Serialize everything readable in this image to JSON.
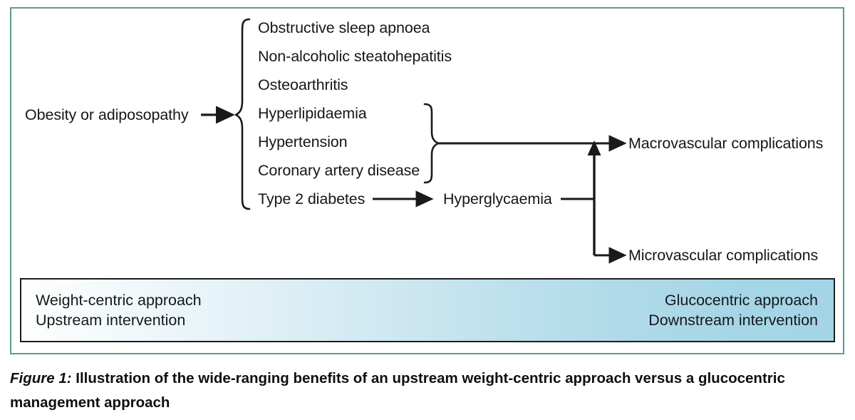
{
  "figure": {
    "frame_border_color": "#5a9b8e",
    "caption_number": "Figure 1:",
    "caption_text": "Illustration of the wide-ranging benefits of an upstream weight-centric approach versus a glucocentric management approach"
  },
  "diagram": {
    "root_node": "Obesity or adiposopathy",
    "conditions": [
      "Obstructive sleep apnoea",
      "Non-alcoholic steatohepatitis",
      "Osteoarthritis",
      "Hyperlipidaemia",
      "Hypertension",
      "Coronary artery disease",
      "Type 2 diabetes"
    ],
    "intermediate_node": "Hyperglycaemia",
    "outcomes": [
      "Macrovascular complications",
      "Microvascular complications"
    ]
  },
  "gradient_band": {
    "left_line_1": "Weight-centric approach",
    "left_line_2": "Upstream intervention",
    "right_line_1": "Glucocentric approach",
    "right_line_2": "Downstream intervention",
    "color_start": "#fdfefe",
    "color_end": "#a3d5e6",
    "border_color": "#1d1d1f"
  }
}
